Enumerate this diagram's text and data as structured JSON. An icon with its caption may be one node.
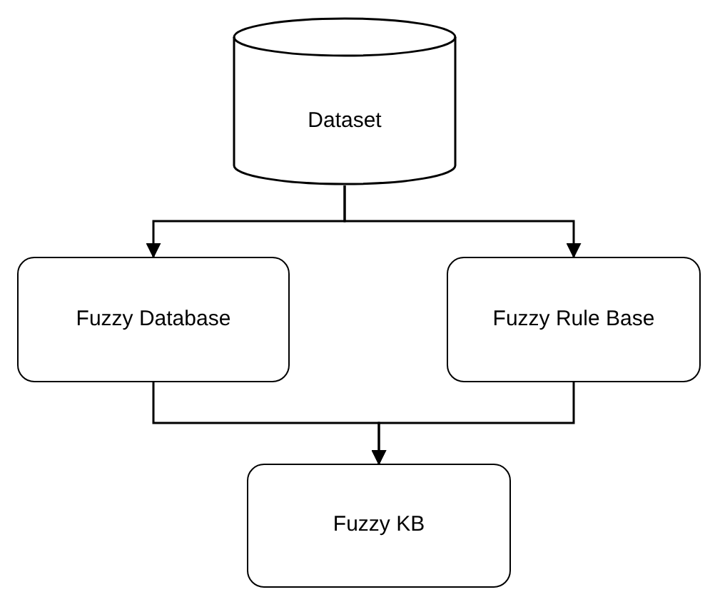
{
  "diagram": {
    "nodes": [
      {
        "text": [
          "Dataset"
        ]
      },
      {
        "text": [
          "Fuzzy Database"
        ]
      },
      {
        "text": [
          "Fuzzy Rule Base"
        ]
      },
      {
        "text": [
          "Fuzzy KB"
        ]
      }
    ],
    "edges": [
      {
        "from": 0,
        "to": 1,
        "arrow": "to"
      },
      {
        "from": 0,
        "to": 2,
        "arrow": "to"
      },
      {
        "from": 1,
        "to": 3,
        "arrow": "to"
      },
      {
        "from": 2,
        "to": 3,
        "arrow": "to"
      }
    ]
  }
}
